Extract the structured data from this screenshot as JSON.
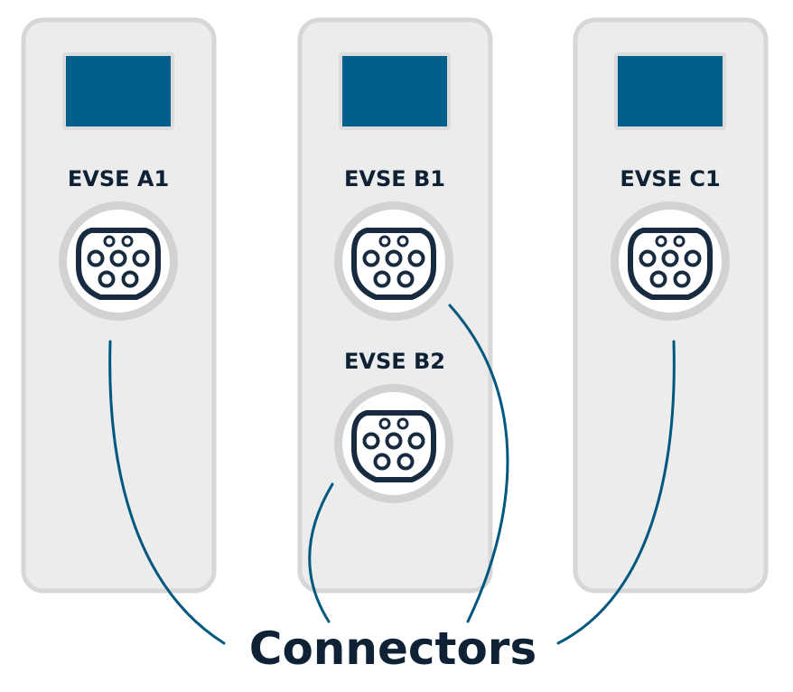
{
  "caption": "Connectors",
  "stations": [
    {
      "id": "A",
      "evse": [
        "EVSE A1"
      ]
    },
    {
      "id": "B",
      "evse": [
        "EVSE B1",
        "EVSE B2"
      ]
    },
    {
      "id": "C",
      "evse": [
        "EVSE C1"
      ]
    }
  ],
  "colors": {
    "station_fill": "#ececed",
    "station_stroke": "#d7d7da",
    "screen": "#005e8a",
    "screen_bezel": "#dcdcde",
    "connector_ring": "#d2d2d5",
    "connector_ink": "#172a40",
    "leader_line": "#00587f",
    "text": "#0f2235"
  },
  "icons": {
    "connector": "type2-plug-icon",
    "display": "display-screen-icon"
  }
}
